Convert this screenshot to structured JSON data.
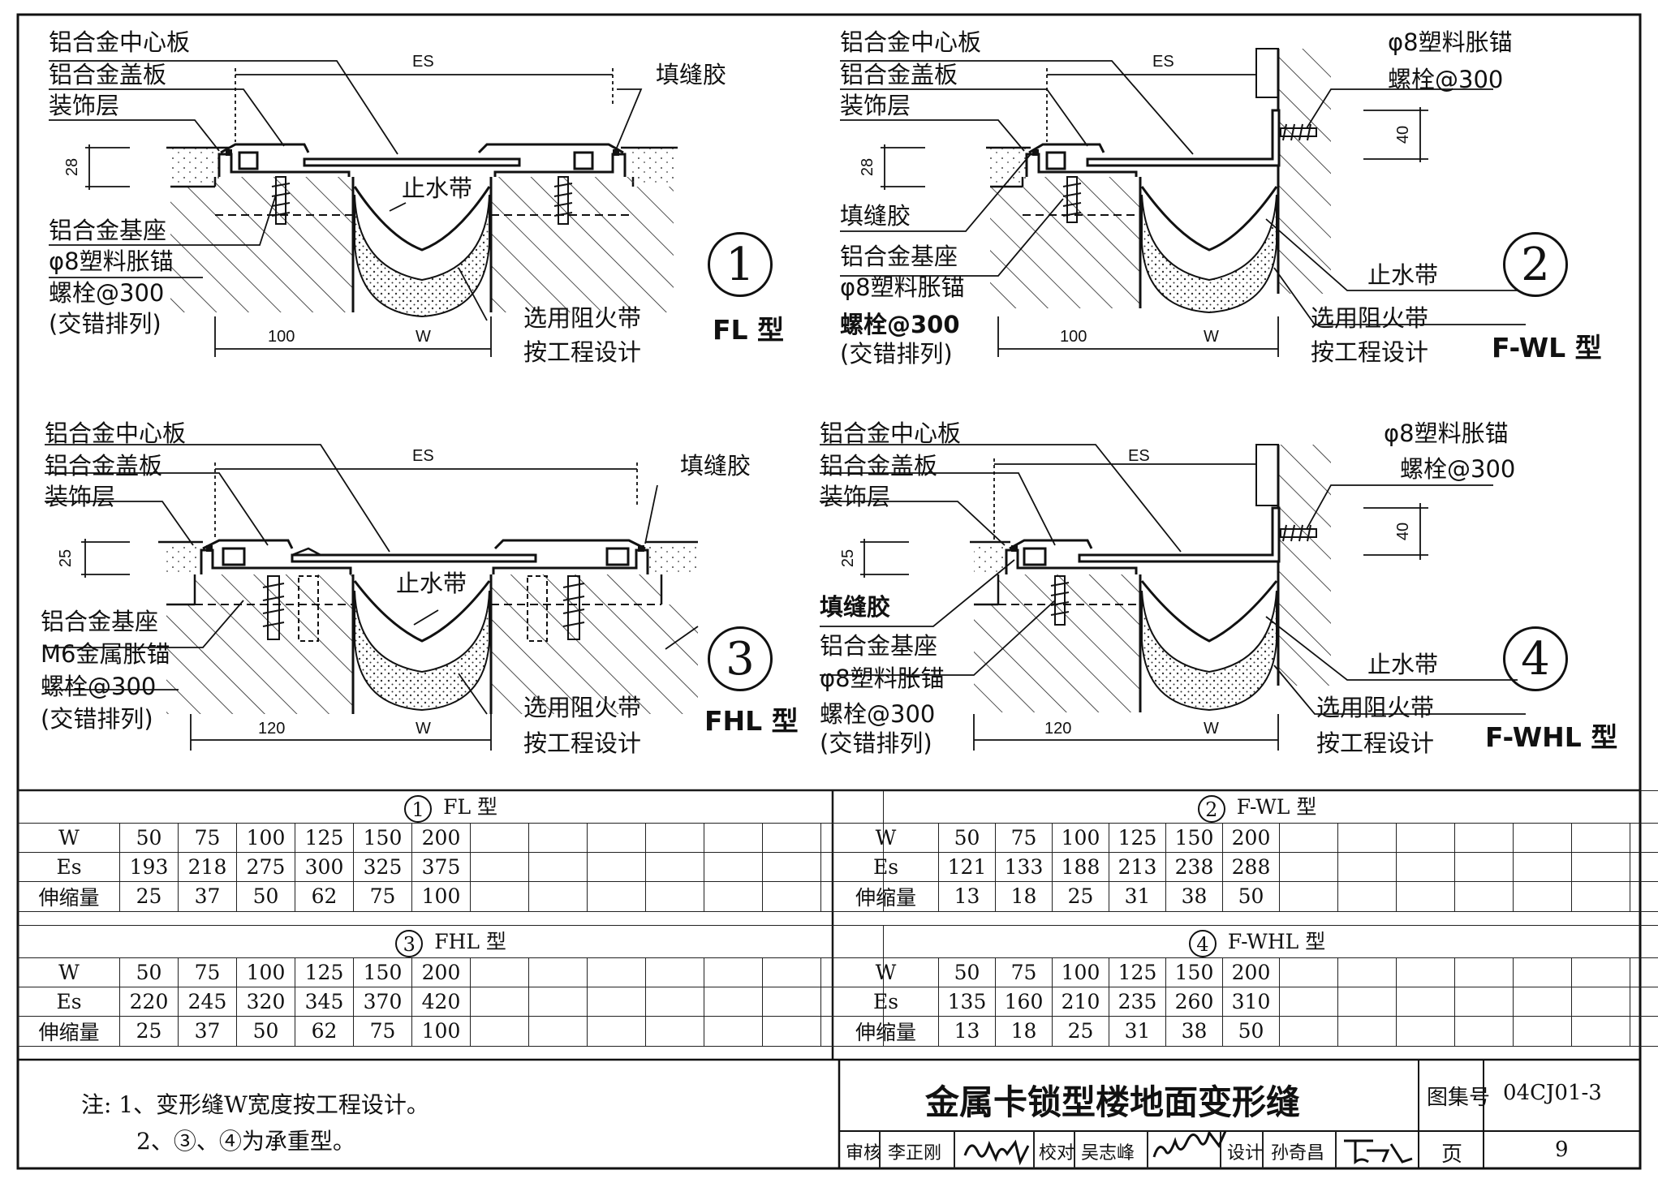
{
  "details": [
    {
      "id": "detail-1",
      "number": "1",
      "type": "FL 型",
      "labels": {
        "center_plate": "铝合金中心板",
        "cover_plate": "铝合金盖板",
        "finish_layer": "装饰层",
        "base": "铝合金基座",
        "anchor": "φ8塑料胀锚",
        "bolt": "螺栓@300",
        "stagger": "(交错排列)",
        "sealant": "填缝胶",
        "waterstop": "止水带",
        "fire_band": "选用阻火带",
        "per_design": "按工程设计"
      },
      "dims": {
        "es": "ES",
        "height": "28",
        "width_left": "100",
        "w": "W"
      }
    },
    {
      "id": "detail-2",
      "number": "2",
      "type": "F-WL 型",
      "labels": {
        "center_plate": "铝合金中心板",
        "cover_plate": "铝合金盖板",
        "finish_layer": "装饰层",
        "sealant": "填缝胶",
        "base": "铝合金基座",
        "anchor": "φ8塑料胀锚",
        "bolt": "螺栓@300",
        "stagger": "(交错排列)",
        "wall_anchor": "φ8塑料胀锚",
        "wall_bolt": "螺栓@300",
        "waterstop": "止水带",
        "fire_band": "选用阻火带",
        "per_design": "按工程设计"
      },
      "dims": {
        "es": "ES",
        "height": "28",
        "wall_height": "40",
        "width_left": "100",
        "w": "W"
      }
    },
    {
      "id": "detail-3",
      "number": "3",
      "type": "FHL 型",
      "labels": {
        "center_plate": "铝合金中心板",
        "cover_plate": "铝合金盖板",
        "finish_layer": "装饰层",
        "base": "铝合金基座",
        "anchor": "M6金属胀锚",
        "bolt": "螺栓@300",
        "stagger": "(交错排列)",
        "sealant": "填缝胶",
        "waterstop": "止水带",
        "fire_band": "选用阻火带",
        "per_design": "按工程设计"
      },
      "dims": {
        "es": "ES",
        "height": "25",
        "width_left": "120",
        "w": "W"
      }
    },
    {
      "id": "detail-4",
      "number": "4",
      "type": "F-WHL 型",
      "labels": {
        "center_plate": "铝合金中心板",
        "cover_plate": "铝合金盖板",
        "finish_layer": "装饰层",
        "sealant": "填缝胶",
        "base": "铝合金基座",
        "anchor": "φ8塑料胀锚",
        "bolt": "螺栓@300",
        "stagger": "(交错排列)",
        "wall_anchor": "φ8塑料胀锚",
        "wall_bolt": "螺栓@300",
        "waterstop": "止水带",
        "fire_band": "选用阻火带",
        "per_design": "按工程设计"
      },
      "dims": {
        "es": "ES",
        "height": "25",
        "wall_height": "40",
        "width_left": "120",
        "w": "W"
      }
    }
  ],
  "tables": [
    {
      "id": "table-1",
      "number": "1",
      "type": "FL 型",
      "rows": [
        {
          "label": "W",
          "values": [
            "50",
            "75",
            "100",
            "125",
            "150",
            "200"
          ]
        },
        {
          "label": "Es",
          "values": [
            "193",
            "218",
            "275",
            "300",
            "325",
            "375"
          ]
        },
        {
          "label": "伸缩量",
          "values": [
            "25",
            "37",
            "50",
            "62",
            "75",
            "100"
          ]
        }
      ]
    },
    {
      "id": "table-2",
      "number": "2",
      "type": "F-WL 型",
      "rows": [
        {
          "label": "W",
          "values": [
            "50",
            "75",
            "100",
            "125",
            "150",
            "200"
          ]
        },
        {
          "label": "Es",
          "values": [
            "121",
            "133",
            "188",
            "213",
            "238",
            "288"
          ]
        },
        {
          "label": "伸缩量",
          "values": [
            "13",
            "18",
            "25",
            "31",
            "38",
            "50"
          ]
        }
      ]
    },
    {
      "id": "table-3",
      "number": "3",
      "type": "FHL 型",
      "rows": [
        {
          "label": "W",
          "values": [
            "50",
            "75",
            "100",
            "125",
            "150",
            "200"
          ]
        },
        {
          "label": "Es",
          "values": [
            "220",
            "245",
            "320",
            "345",
            "370",
            "420"
          ]
        },
        {
          "label": "伸缩量",
          "values": [
            "25",
            "37",
            "50",
            "62",
            "75",
            "100"
          ]
        }
      ]
    },
    {
      "id": "table-4",
      "number": "4",
      "type": "F-WHL 型",
      "rows": [
        {
          "label": "W",
          "values": [
            "50",
            "75",
            "100",
            "125",
            "150",
            "200"
          ]
        },
        {
          "label": "Es",
          "values": [
            "135",
            "160",
            "210",
            "235",
            "260",
            "310"
          ]
        },
        {
          "label": "伸缩量",
          "values": [
            "13",
            "18",
            "25",
            "31",
            "38",
            "50"
          ]
        }
      ]
    }
  ],
  "notes": {
    "line1": "注: 1、变形缝W宽度按工程设计。",
    "line2": "2、③、④为承重型。"
  },
  "title_block": {
    "title": "金属卡锁型楼地面变形缝",
    "atlas_label": "图集号",
    "atlas_number": "04CJ01-3",
    "page_label": "页",
    "page_number": "9",
    "review_label": "审核",
    "reviewer": "李正刚",
    "check_label": "校对",
    "checker": "吴志峰",
    "design_label": "设计",
    "designer": "孙奇昌"
  }
}
